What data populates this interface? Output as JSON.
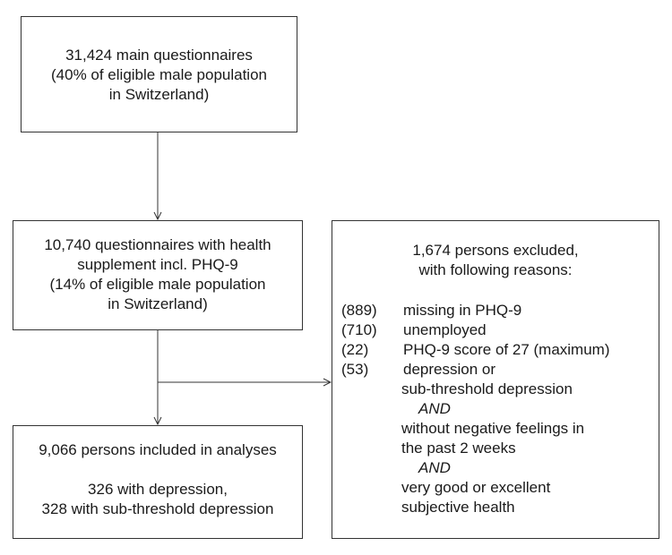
{
  "main_box": {
    "lines": [
      "31,424 main questionnaires",
      "(40% of eligible male population",
      "in Switzerland)"
    ]
  },
  "health_box": {
    "lines": [
      "10,740 questionnaires with health",
      "supplement incl. PHQ-9",
      "(14% of eligible male population",
      "in Switzerland)"
    ]
  },
  "included_box": {
    "title": "9,066 persons included in analyses",
    "lines": [
      "326 with depression,",
      "328 with sub-threshold depression"
    ]
  },
  "excluded_box": {
    "heading": [
      "1,674 persons excluded,",
      "with following reasons:"
    ],
    "reasons": [
      {
        "count": "(889)",
        "text": "missing in PHQ-9"
      },
      {
        "count": "(710)",
        "text": "unemployed"
      },
      {
        "count": "(22)",
        "text": "PHQ-9 score of 27 (maximum)"
      },
      {
        "count": "(53)",
        "text": "depression or"
      }
    ],
    "continuation": [
      {
        "text": "sub-threshold depression",
        "kind": "plain"
      },
      {
        "text": "AND",
        "kind": "and"
      },
      {
        "text": "without negative feelings in",
        "kind": "plain"
      },
      {
        "text": "the past 2 weeks",
        "kind": "plain"
      },
      {
        "text": "AND",
        "kind": "and"
      },
      {
        "text": "very good or excellent",
        "kind": "plain"
      },
      {
        "text": "subjective health",
        "kind": "plain"
      }
    ]
  }
}
